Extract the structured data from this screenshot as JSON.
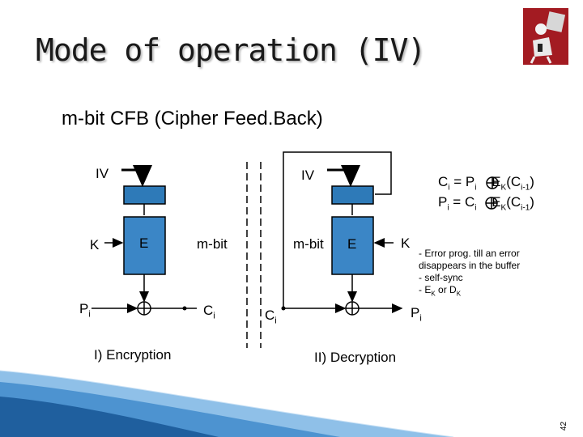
{
  "slide": {
    "title": "Mode of operation (IV)",
    "subtitle": "m-bit CFB (Cipher Feed.Back)",
    "page_number": "42"
  },
  "encryption": {
    "iv_label": "IV",
    "key_label": "K",
    "block_label": "E",
    "input_label": "P",
    "input_sub": "i",
    "mbit_label": "m-bit",
    "output_label": "C",
    "output_sub": "i",
    "caption": "I) Encryption"
  },
  "decryption": {
    "iv_label": "IV",
    "key_label": "K",
    "block_label": "E",
    "input_label": "C",
    "input_sub": "i",
    "mbit_label": "m-bit",
    "output_label": "P",
    "output_sub": "i",
    "caption": "II) Decryption"
  },
  "equations": {
    "line1": {
      "lhs": "C",
      "lhs_sub": "i",
      "mid": " = P",
      "mid_sub": "i",
      "fn": " E",
      "fn_sub": "K",
      "arg": "(C",
      "arg_sub": "i-1",
      "end": ")"
    },
    "line2": {
      "lhs": "P",
      "lhs_sub": "i",
      "mid": " = C",
      "mid_sub": "i",
      "fn": " E",
      "fn_sub": "K",
      "arg": "(C",
      "arg_sub": "i-1",
      "end": ")"
    }
  },
  "notes": {
    "line1": "- Error prog. till an error",
    "line2": "disappears in the buffer",
    "line3": "- self-sync",
    "line4_a": "- E",
    "line4_a_sub": "K",
    "line4_b": " or D",
    "line4_b_sub": "K"
  },
  "colors": {
    "register_fill": "#2e7ab8",
    "cipher_fill": "#3b86c6",
    "logo_bg": "#a31b22",
    "wave_dark": "#1f5f9e",
    "wave_light": "#8fc0e8"
  },
  "icons": {
    "logo": "hacker-logo-icon"
  }
}
